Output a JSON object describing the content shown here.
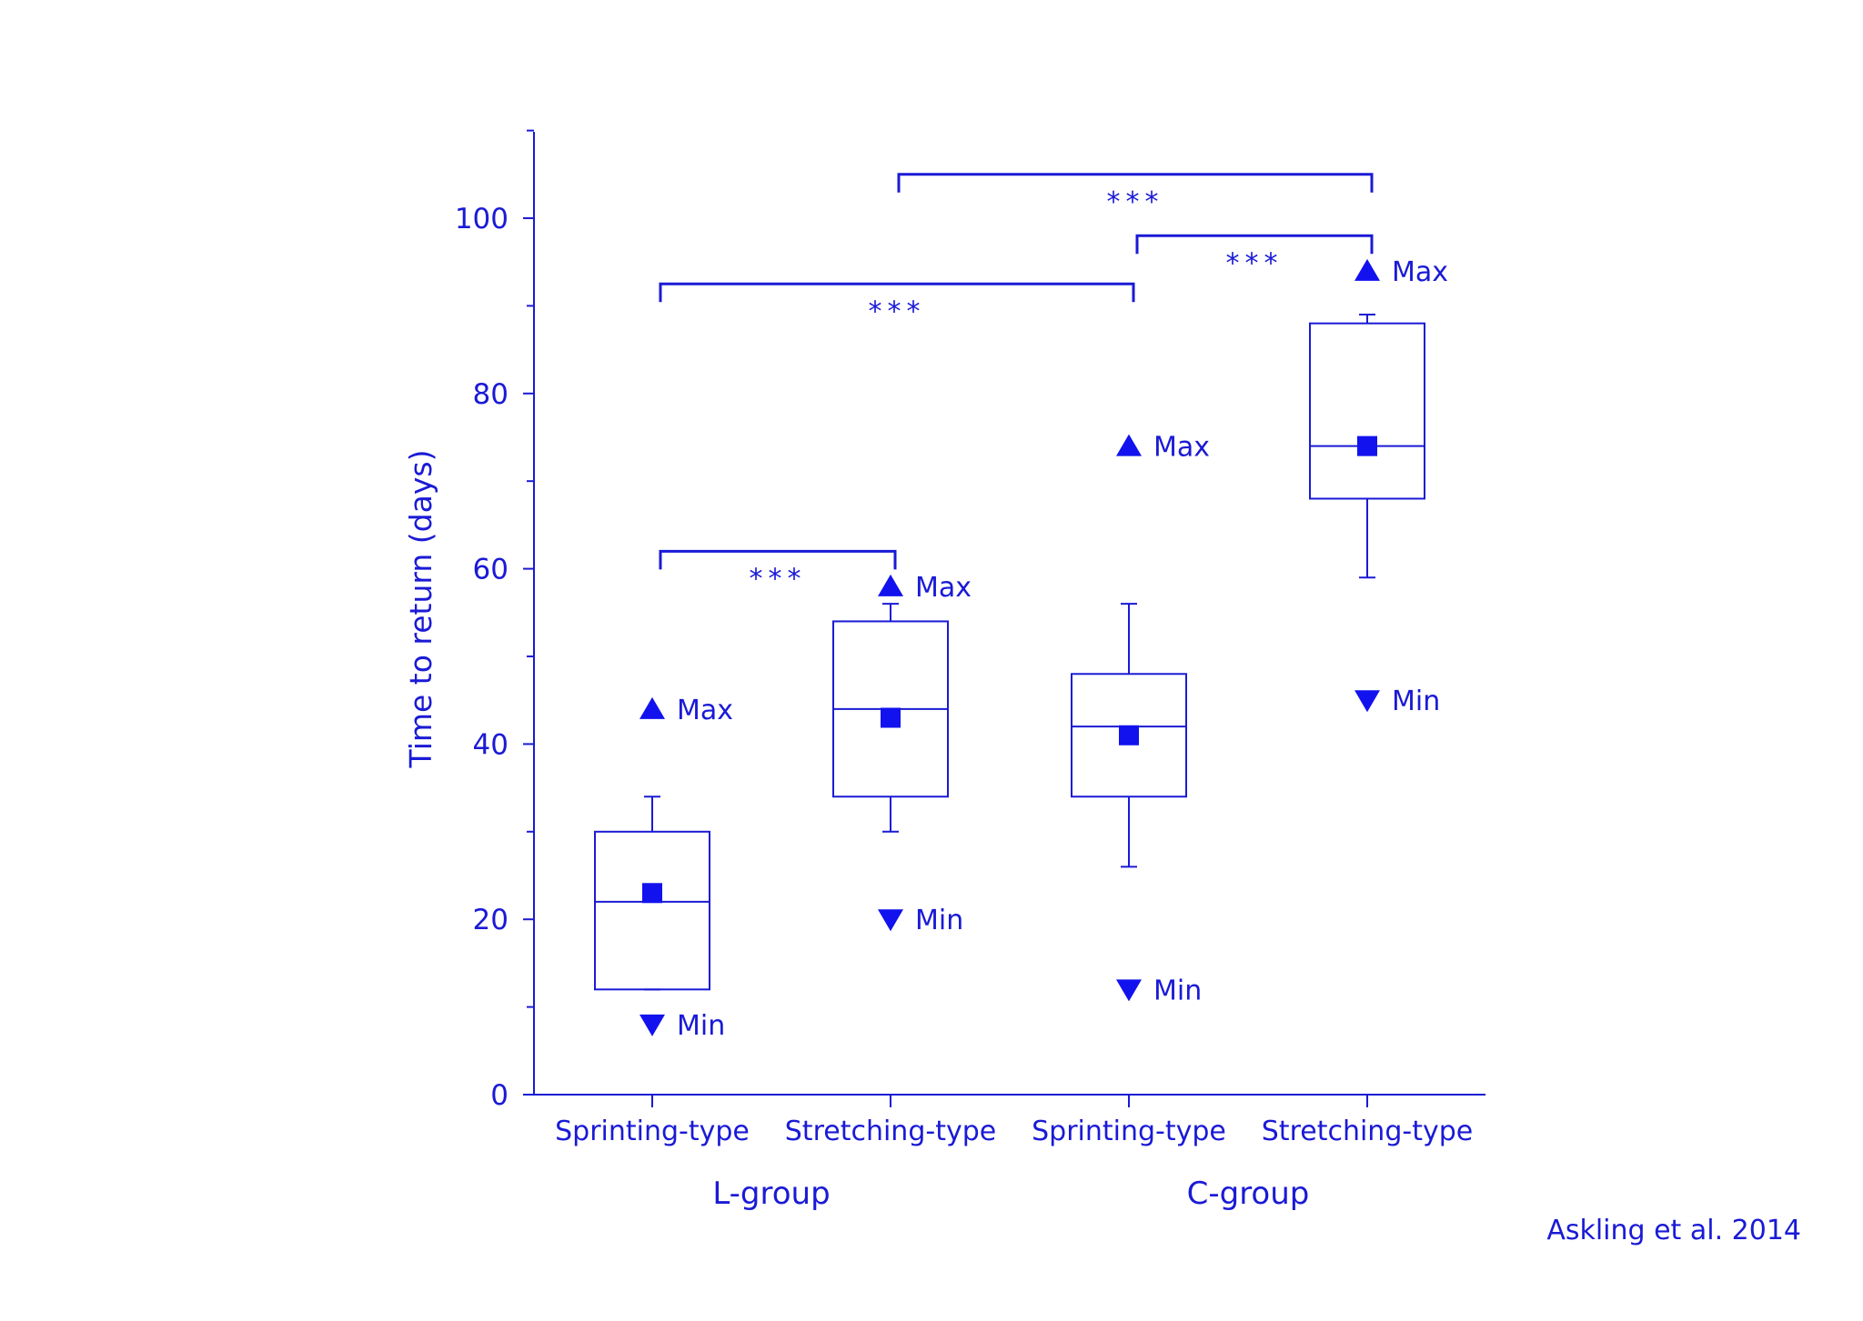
{
  "chart_data": {
    "type": "box",
    "ylabel": "Time to return (days)",
    "ylim": [
      0,
      110
    ],
    "yticks": [
      0,
      20,
      40,
      60,
      80,
      100
    ],
    "categories": [
      "Sprinting-type",
      "Stretching-type",
      "Sprinting-type",
      "Stretching-type"
    ],
    "groups": [
      {
        "label": "L-group",
        "categories": [
          0,
          1
        ]
      },
      {
        "label": "C-group",
        "categories": [
          2,
          3
        ]
      }
    ],
    "boxes": [
      {
        "category": "Sprinting-type",
        "group": "L-group",
        "whisker_low": 12,
        "q1": 12,
        "median": 22,
        "q3": 30,
        "whisker_high": 34,
        "mean": 23,
        "min": 8,
        "max": 44,
        "min_label": "Min",
        "max_label": "Max"
      },
      {
        "category": "Stretching-type",
        "group": "L-group",
        "whisker_low": 30,
        "q1": 34,
        "median": 44,
        "q3": 54,
        "whisker_high": 56,
        "mean": 43,
        "min": 20,
        "max": 58,
        "min_label": "Min",
        "max_label": "Max"
      },
      {
        "category": "Sprinting-type",
        "group": "C-group",
        "whisker_low": 26,
        "q1": 34,
        "median": 42,
        "q3": 48,
        "whisker_high": 56,
        "mean": 41,
        "min": 12,
        "max": 74,
        "min_label": "Min",
        "max_label": "Max"
      },
      {
        "category": "Stretching-type",
        "group": "C-group",
        "whisker_low": 59,
        "q1": 68,
        "median": 74,
        "q3": 88,
        "whisker_high": 89,
        "mean": 74,
        "min": 45,
        "max": 94,
        "min_label": "Min",
        "max_label": "Max"
      }
    ],
    "significance": [
      {
        "from": 1,
        "to": 3,
        "level": 105,
        "label": "***"
      },
      {
        "from": 2,
        "to": 3,
        "level": 98,
        "label": "***"
      },
      {
        "from": 0,
        "to": 2,
        "level": 92.5,
        "label": "***"
      },
      {
        "from": 0,
        "to": 1,
        "level": 62,
        "label": "***"
      }
    ]
  },
  "citation": "Askling et al. 2014",
  "colors": {
    "primary": "#1a1ad6",
    "marker": "#1212ee"
  }
}
